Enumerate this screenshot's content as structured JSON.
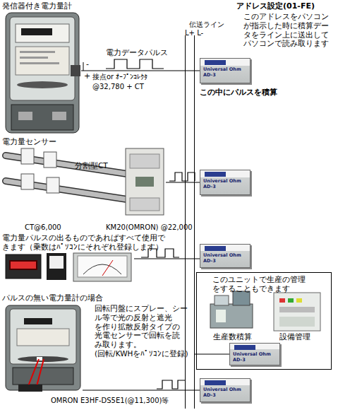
{
  "diagram": {
    "nodes": [
      {
        "text": [
          "発信器付き電力量計"
        ]
      },
      {
        "text": [
          "伝送ライン",
          "L+ L-"
        ]
      },
      {
        "text": [
          "Universal Ohm AD-3"
        ]
      },
      {
        "text": [
          "KM20(OMRON) @22,000"
        ]
      },
      {
        "text": [
          "Universal Ohm AD-3"
        ]
      },
      {
        "text": [
          "電力量パルスの出るものであればすべて使用で きます（乗数はﾊﾟｿｺﾝにそれぞれ登録します）"
        ]
      },
      {
        "text": [
          "Universal Ohm AD-3"
        ]
      },
      {
        "text": [
          "このユニットで生産の管理 をすることもできます"
        ]
      },
      {
        "text": [
          "Universal Ohm AD-3"
        ],
        "in": 7
      },
      {
        "text": [
          "パルスの無い電力量計の場合"
        ]
      },
      {
        "text": [
          "Universal Ohm AD-3"
        ]
      }
    ],
    "edges": [
      {
        "from": 0,
        "to": 2,
        "arrow": "none"
      },
      {
        "from": 3,
        "to": 4,
        "arrow": "none"
      },
      {
        "from": 5,
        "to": 6,
        "arrow": "none"
      },
      {
        "from": 8,
        "to": 1,
        "arrow": "none"
      },
      {
        "from": 9,
        "to": 10,
        "arrow": "none"
      }
    ],
    "labels": [
      "電力データパルス",
      "-",
      "+",
      "接点or ｵｰﾌﾟﾝｺﾚｸﾀ",
      "@32,780 + CT",
      "アドレス設定(01-FE)",
      "このアドレスをパソコン が指示した時に積算デー タをライン上に送出して パソコンで読み取ります",
      "この中にパルスを積算",
      "電力量センサー",
      "分割型CT",
      "CT@6,000",
      "生産数積算",
      "設備管理",
      "回転円盤にスプレー、シー ル等で光の反射と遮光 を作り拡散反射タイプの 光電センサーで回転を読 み取ります。 (回転/KWHをﾊﾟｿｺﾝに登録)",
      "OMRON E3HF-DS5E1(@11,300)等"
    ]
  }
}
